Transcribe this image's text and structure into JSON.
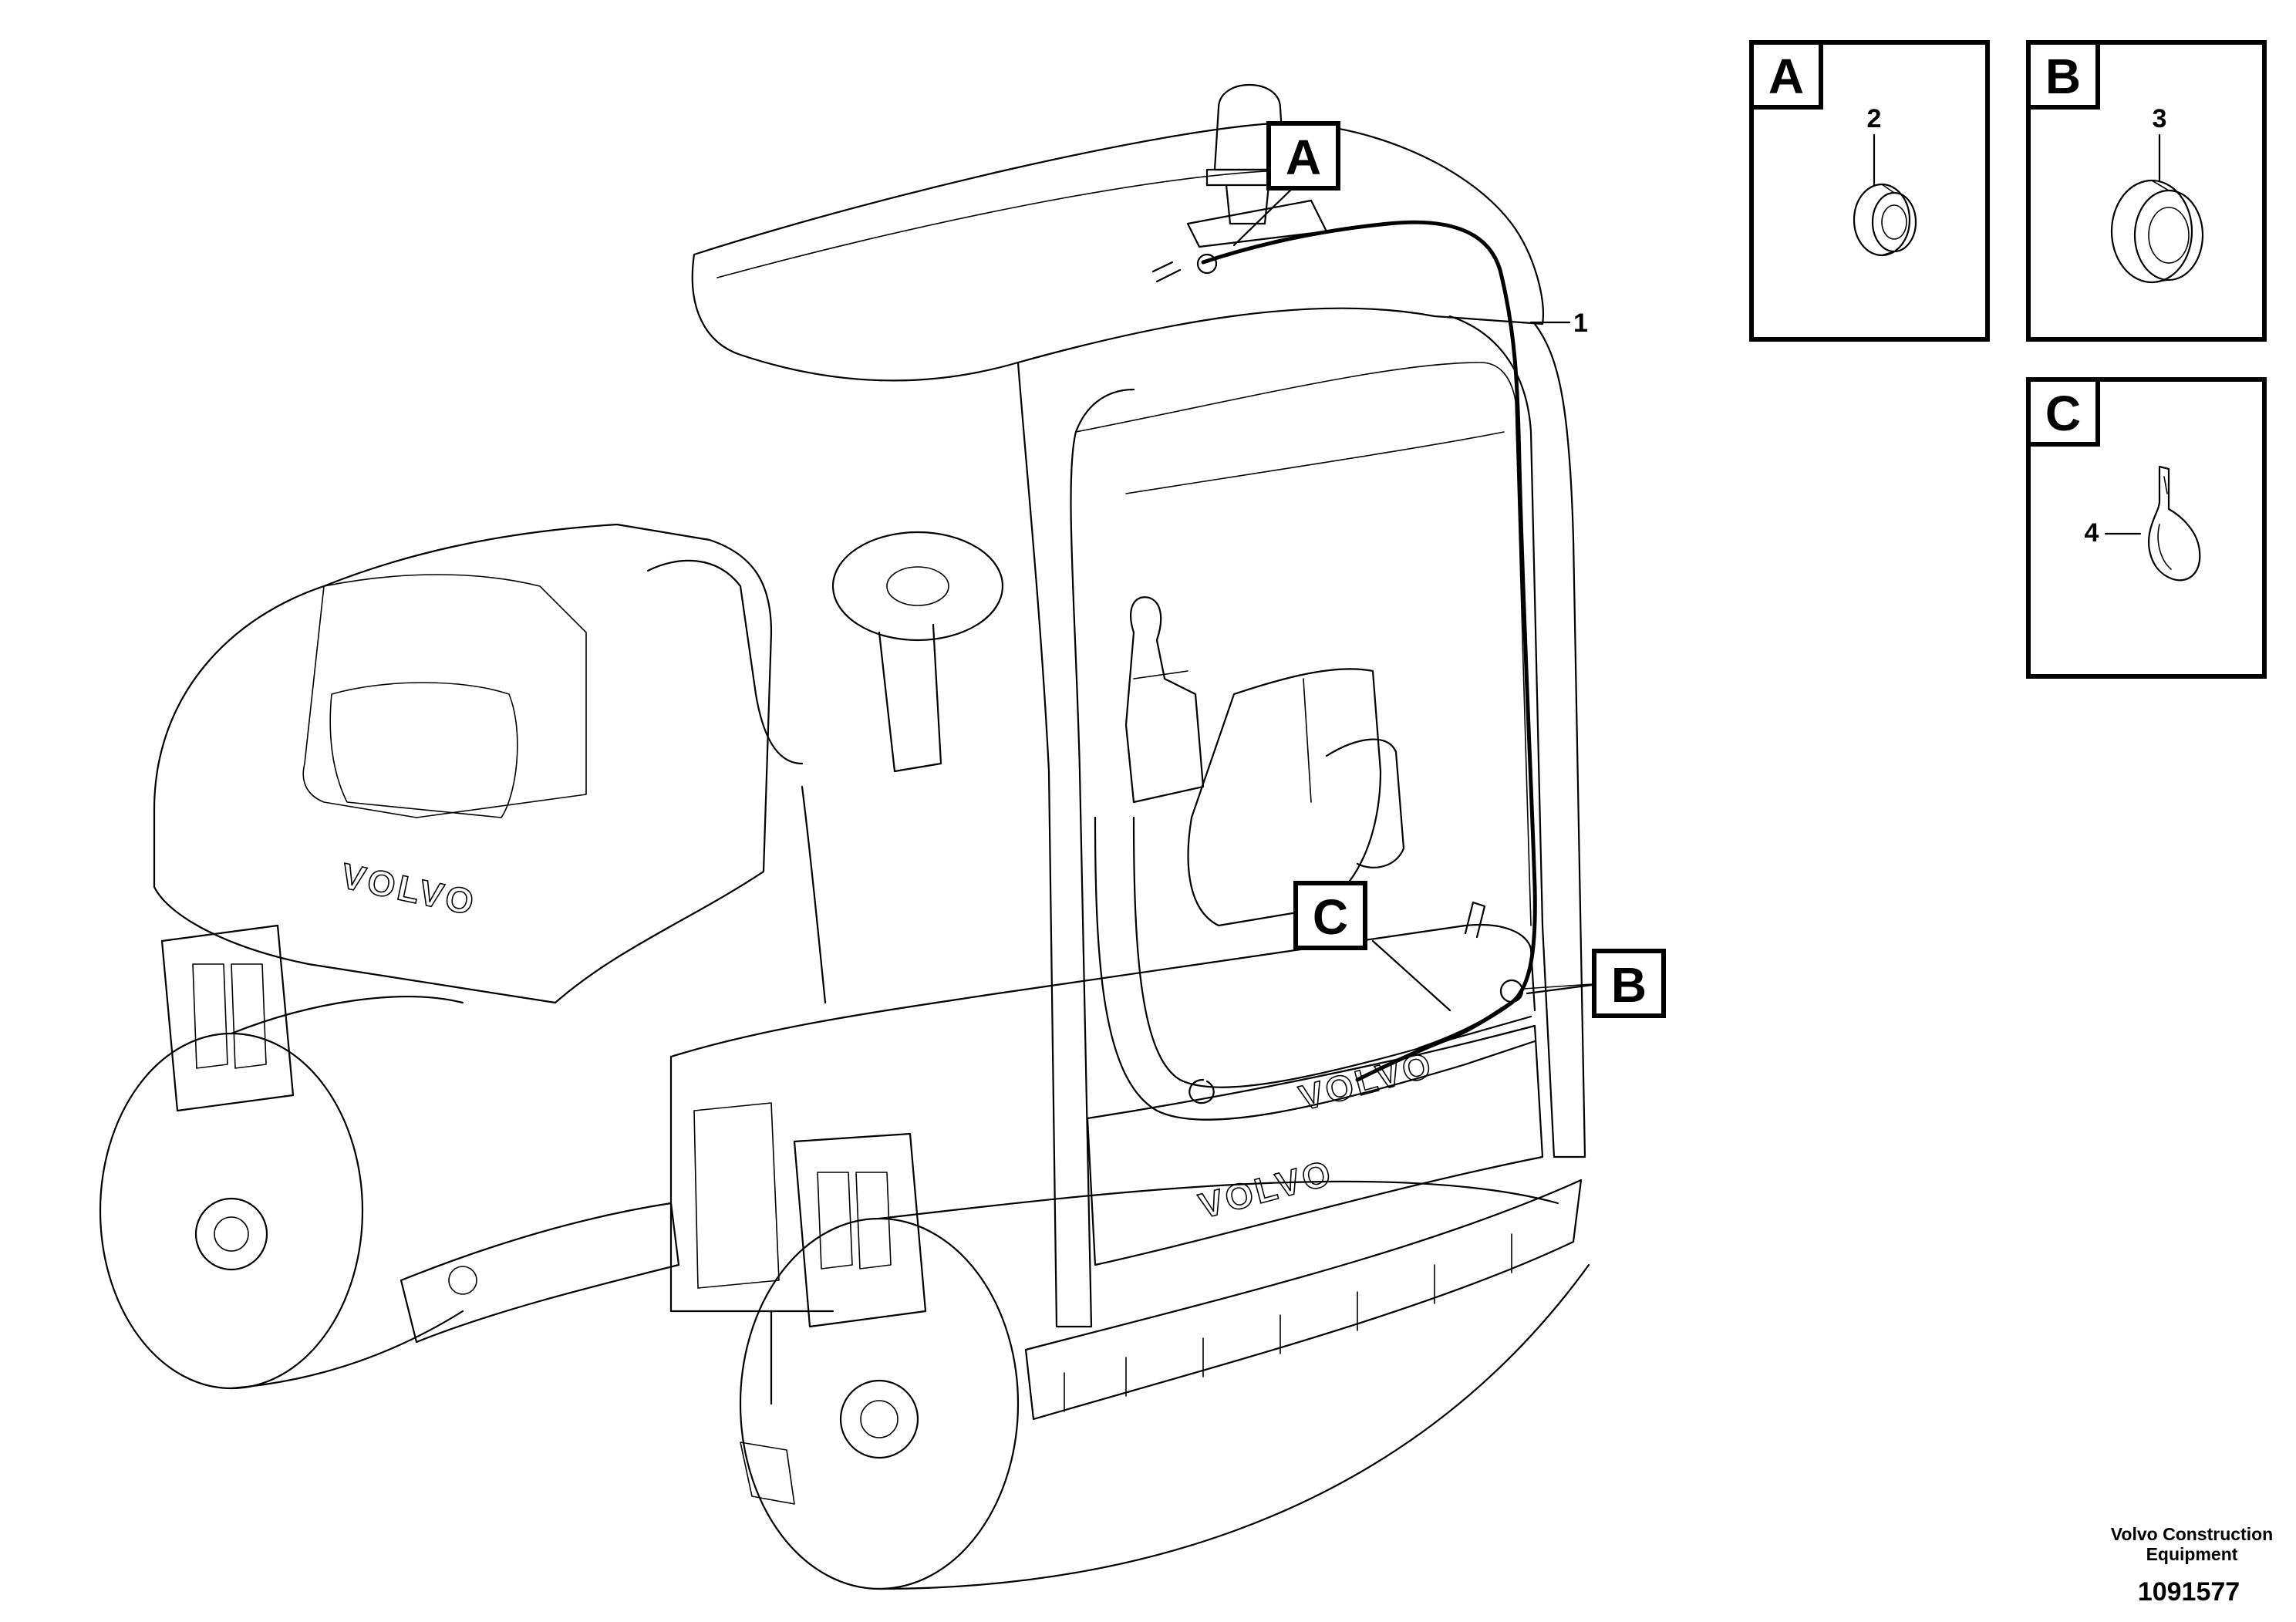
{
  "callouts": {
    "A": "A",
    "B": "B",
    "C": "C"
  },
  "parts": {
    "p1": "1",
    "p2": "2",
    "p3": "3",
    "p4": "4"
  },
  "detail_views": {
    "A": {
      "label": "A",
      "part": "2"
    },
    "B": {
      "label": "B",
      "part": "3"
    },
    "C": {
      "label": "C",
      "part": "4"
    }
  },
  "machine_branding": [
    "VOLVO",
    "VOLVO",
    "VOLVO"
  ],
  "footer": {
    "company_line1": "Volvo Construction",
    "company_line2": "Equipment",
    "drawing_number": "1091577"
  }
}
